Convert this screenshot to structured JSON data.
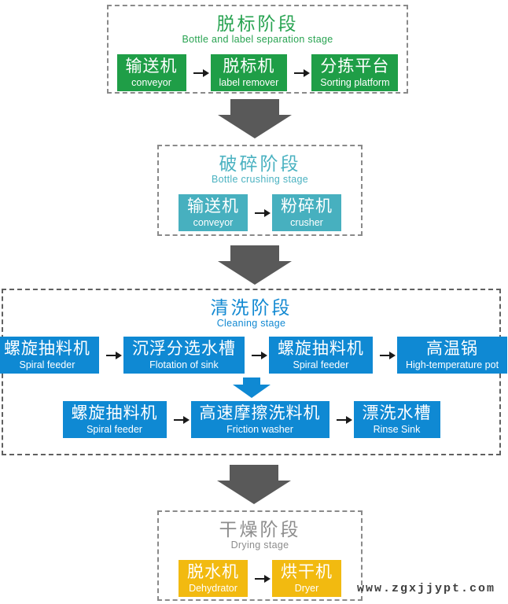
{
  "stages": [
    {
      "title": "脱标阶段",
      "subtitle": "Bottle and label separation stage",
      "theme_color": "#1f9e47",
      "boxes": [
        {
          "zh": "输送机",
          "en": "conveyor"
        },
        {
          "zh": "脱标机",
          "en": "label remover"
        },
        {
          "zh": "分拣平台",
          "en": "Sorting platform"
        }
      ]
    },
    {
      "title": "破碎阶段",
      "subtitle": "Bottle crushing stage",
      "theme_color": "#47b0bf",
      "boxes": [
        {
          "zh": "输送机",
          "en": "conveyor"
        },
        {
          "zh": "粉碎机",
          "en": "crusher"
        }
      ]
    },
    {
      "title": "清洗阶段",
      "subtitle": "Cleaning stage",
      "theme_color": "#0f89d3",
      "row1": [
        {
          "zh": "螺旋抽料机",
          "en": "Spiral feeder"
        },
        {
          "zh": "沉浮分选水槽",
          "en": "Flotation of sink"
        },
        {
          "zh": "螺旋抽料机",
          "en": "Spiral feeder"
        },
        {
          "zh": "高温锅",
          "en": "High-temperature pot"
        }
      ],
      "row2": [
        {
          "zh": "螺旋抽料机",
          "en": "Spiral feeder"
        },
        {
          "zh": "高速摩擦洗料机",
          "en": "Friction washer"
        },
        {
          "zh": "漂洗水槽",
          "en": "Rinse Sink"
        }
      ]
    },
    {
      "title": "干燥阶段",
      "subtitle": "Drying stage",
      "theme_color": "#f2ba10",
      "boxes": [
        {
          "zh": "脱水机",
          "en": "Dehydrator"
        },
        {
          "zh": "烘干机",
          "en": "Dryer"
        }
      ]
    }
  ],
  "colors": {
    "stage_arrow_gray": "#595959",
    "flow_arrow_black": "#1a1a1a",
    "dashed_border": "#8a8a8a"
  },
  "watermark": "www.zgxjjypt.com"
}
